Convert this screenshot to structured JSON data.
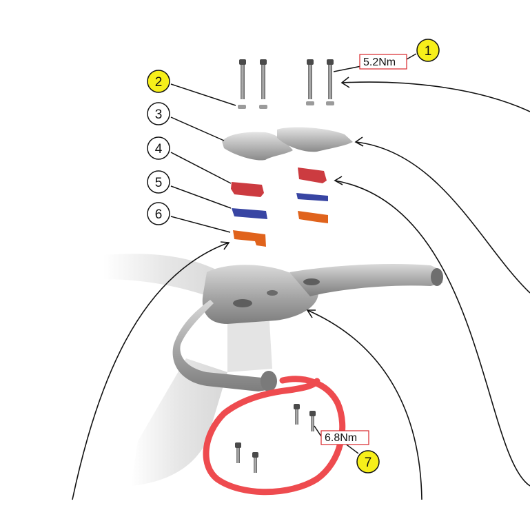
{
  "callouts": [
    {
      "num": "1",
      "highlight": true
    },
    {
      "num": "2",
      "highlight": true
    },
    {
      "num": "3",
      "highlight": false
    },
    {
      "num": "4",
      "highlight": false
    },
    {
      "num": "5",
      "highlight": false
    },
    {
      "num": "6",
      "highlight": false
    },
    {
      "num": "7",
      "highlight": true
    }
  ],
  "torque_labels": {
    "top": "5.2Nm",
    "bottom": "6.8Nm"
  },
  "colors": {
    "highlight_yellow": "#f7ef1a",
    "torque_box_border": "#d9252a",
    "annotation_circle": "#ee4b4f",
    "spacer_red": "#cc3b40",
    "spacer_blue": "#3845a3",
    "spacer_orange": "#e0631c",
    "part_gray": "#9a9a9a"
  }
}
